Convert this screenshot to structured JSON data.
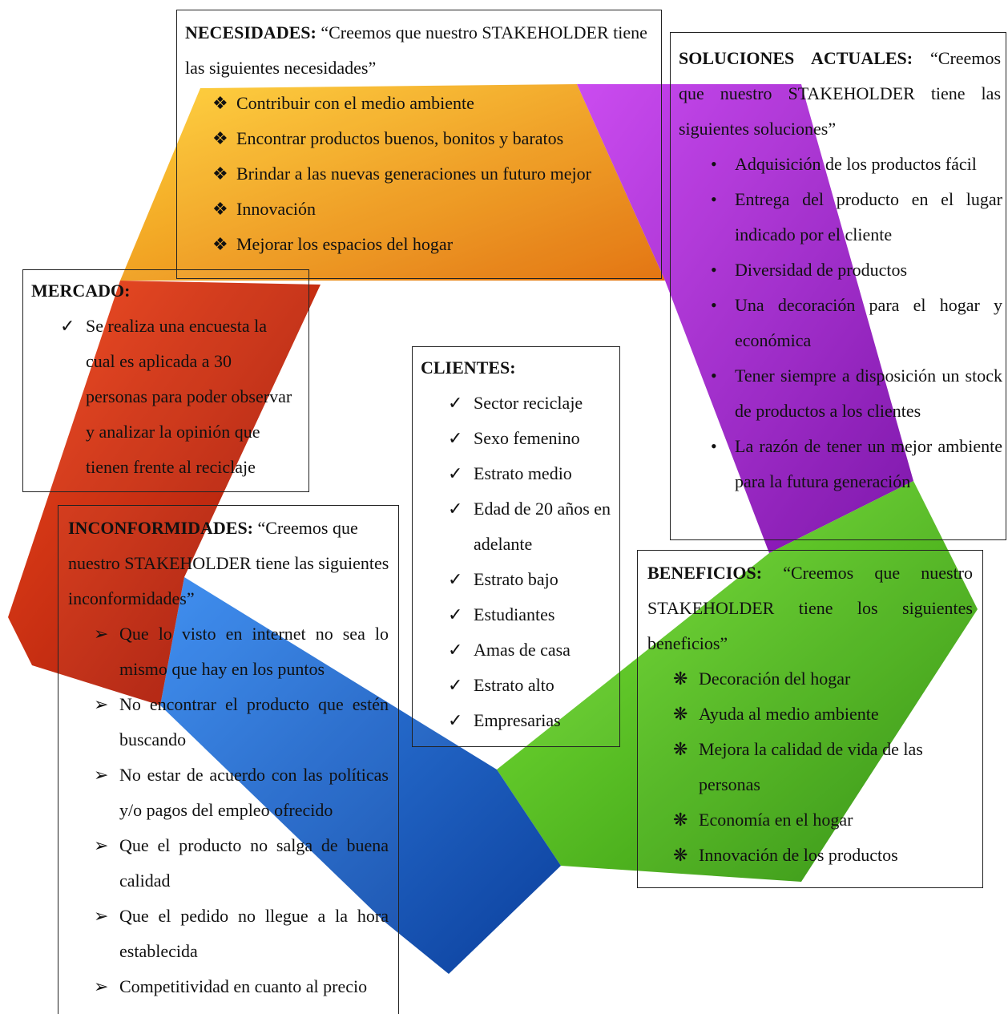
{
  "colors": {
    "orange": "#f39a0e",
    "purple": "#a21ed6",
    "green": "#4fc21c",
    "blue": "#1663c8",
    "red": "#d8240e"
  },
  "necesidades": {
    "title": "NECESIDADES:",
    "intro": "“Creemos que nuestro STAKEHOLDER tiene las siguientes necesidades”",
    "bullet": "❖",
    "items": [
      "Contribuir con el medio ambiente",
      "Encontrar productos buenos, bonitos y baratos",
      "Brindar a las nuevas generaciones un futuro mejor",
      "Innovación",
      "Mejorar los espacios del hogar"
    ]
  },
  "soluciones": {
    "title": "SOLUCIONES ACTUALES:",
    "intro": "“Creemos que nuestro STAKEHOLDER tiene las siguientes soluciones”",
    "bullet": "•",
    "items": [
      "Adquisición de los productos fácil",
      "Entrega del producto en el lugar indicado por el cliente",
      "Diversidad de productos",
      "Una decoración para el hogar y económica",
      "Tener siempre a disposición un stock de productos a los clientes",
      "La razón de tener un mejor ambiente para la futura generación"
    ]
  },
  "mercado": {
    "title": "MERCADO:",
    "bullet": "✓",
    "items": [
      "Se realiza una encuesta la cual es aplicada a 30 personas para poder observar y analizar la opinión que tienen frente al reciclaje"
    ]
  },
  "clientes": {
    "title": "CLIENTES:",
    "bullet": "✓",
    "items": [
      "Sector reciclaje",
      "Sexo femenino",
      "Estrato medio",
      "Edad de 20 años en adelante",
      "Estrato bajo",
      "Estudiantes",
      "Amas de casa",
      "Estrato alto",
      "Empresarias"
    ]
  },
  "inconformidades": {
    "title": "INCONFORMIDADES:",
    "intro": "“Creemos que nuestro STAKEHOLDER tiene las siguientes inconformidades”",
    "bullet": "➢",
    "items": [
      "Que lo visto en internet no sea lo mismo que hay en los puntos",
      "No encontrar el producto que estén buscando",
      "No estar de acuerdo con las políticas y/o pagos del empleo ofrecido",
      "Que el producto no salga de buena calidad",
      "Que el pedido no llegue a la hora establecida",
      "Competitividad en cuanto al precio"
    ]
  },
  "beneficios": {
    "title": "BENEFICIOS:",
    "intro": "“Creemos que nuestro STAKEHOLDER tiene los siguientes beneficios”",
    "bullet": "❋",
    "items": [
      "Decoración del hogar",
      "Ayuda al medio ambiente",
      "Mejora la calidad de vida de las personas",
      "Economía en el hogar",
      "Innovación de los productos"
    ]
  }
}
